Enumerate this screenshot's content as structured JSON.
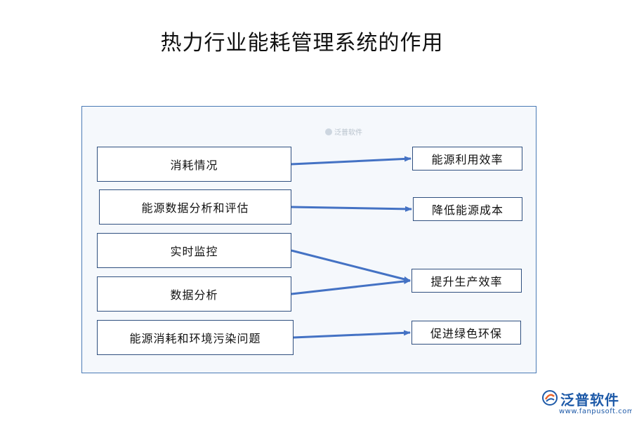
{
  "title": "热力行业能耗管理系统的作用",
  "watermark": "泛普软件",
  "left_nodes": [
    "消耗情况",
    "能源数据分析和评估",
    "实时监控",
    "数据分析",
    "能源消耗和环境污染问题"
  ],
  "right_nodes": [
    "能源利用效率",
    "降低能源成本",
    "提升生产效率",
    "促进绿色环保"
  ],
  "edges": [
    {
      "from": "消耗情况",
      "to": "能源利用效率"
    },
    {
      "from": "能源数据分析和评估",
      "to": "降低能源成本"
    },
    {
      "from": "实时监控",
      "to": "提升生产效率"
    },
    {
      "from": "数据分析",
      "to": "提升生产效率"
    },
    {
      "from": "能源消耗和环境污染问题",
      "to": "促进绿色环保"
    }
  ],
  "colors": {
    "arrow": "#4472c4",
    "panel_border": "#4a7ab5",
    "brand": "#1e5aa8"
  },
  "logo": {
    "name": "泛普软件",
    "url": "www.fanpusoft.com"
  }
}
